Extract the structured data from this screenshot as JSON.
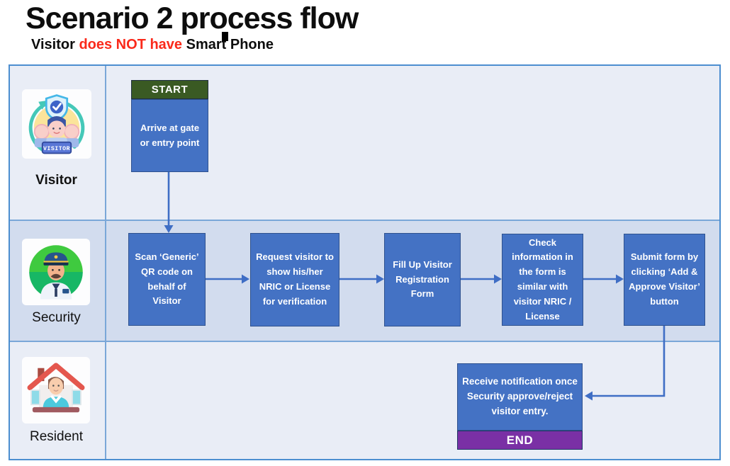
{
  "header": {
    "title": "Scenario 2 process flow",
    "subtitle": {
      "pre": "Visitor ",
      "highlight": "does NOT have",
      "post": " Smart Phone"
    }
  },
  "lanes": [
    {
      "label": "Visitor",
      "icon": "visitor-group-badge-icon",
      "icon_text": "VISITOR"
    },
    {
      "label": "Security",
      "icon": "security-guard-icon"
    },
    {
      "label": "Resident",
      "icon": "resident-house-icon"
    }
  ],
  "flow": {
    "start_label": "START",
    "end_label": "END",
    "steps": {
      "visitor": "Arrive at gate or entry point",
      "security": [
        "Scan ‘Generic’ QR code on behalf of Visitor",
        "Request visitor to show his/her NRIC or License for verification",
        "Fill Up Visitor Registration Form",
        "Check information in the form is similar with visitor NRIC / License",
        "Submit form by clicking ‘Add & Approve Visitor’ button"
      ],
      "resident": "Receive notification once Security approve/reject visitor entry."
    }
  },
  "colors": {
    "process_box": "#4472c4",
    "process_box_border": "#2f528f",
    "start_green": "#3a5a23",
    "end_purple": "#7a30a5",
    "connector_blue": "#3f6ec5",
    "lane_light": "#e9edf6",
    "lane_dark": "#d2dcee",
    "grid_line": "#7aa7d8",
    "outer_border": "#4c8ed0",
    "highlight_red": "#fa2a1b"
  }
}
